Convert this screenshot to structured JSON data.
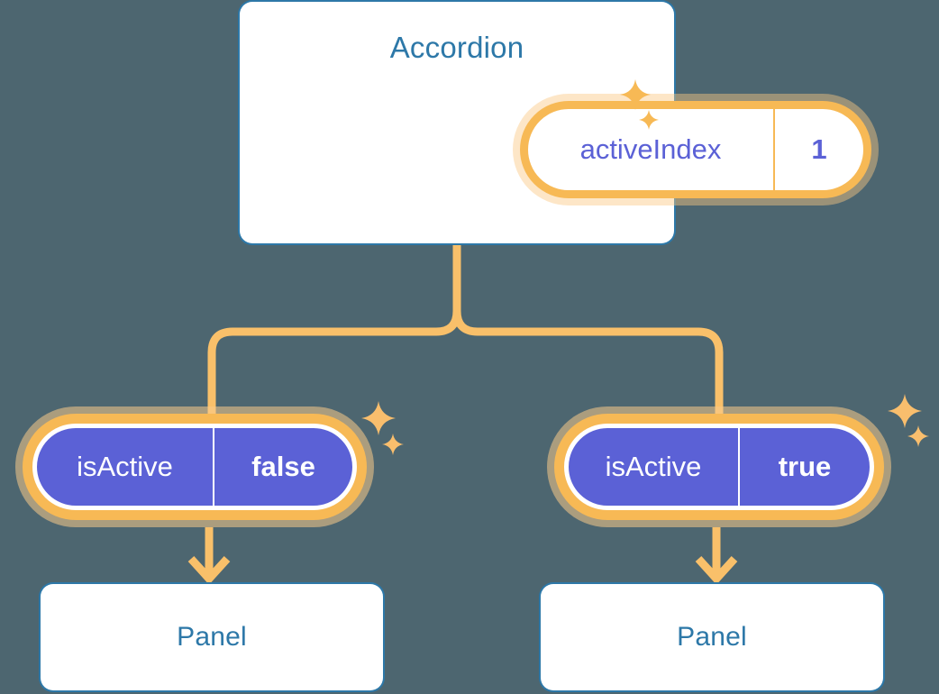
{
  "theme": {
    "background": "#4d6670",
    "card_fill": "#ffffff",
    "card_outline": "#2d78a8",
    "title_text": "#2d78a8",
    "accent_orange": "#f7b955",
    "accent_orange_halo": "#facb8a",
    "state_purple": "#5b61d6",
    "value_text_light": "#ffffff"
  },
  "diagram": {
    "type": "component-state-tree",
    "root": {
      "name": "root-component",
      "title": "Accordion",
      "state": {
        "key": "activeIndex",
        "value": "1",
        "style": "light-pill",
        "highlighted": true
      }
    },
    "children": [
      {
        "name": "branch-left",
        "state": {
          "key": "isActive",
          "value": "false",
          "style": "solid-pill",
          "highlighted": true
        },
        "panel": {
          "title": "Panel"
        }
      },
      {
        "name": "branch-right",
        "state": {
          "key": "isActive",
          "value": "true",
          "style": "solid-pill",
          "highlighted": true
        },
        "panel": {
          "title": "Panel"
        }
      }
    ]
  },
  "icons": {
    "sparkle_large": "sparkle-icon",
    "sparkle_small": "sparkle-icon",
    "arrow_down": "arrow-down-icon"
  }
}
